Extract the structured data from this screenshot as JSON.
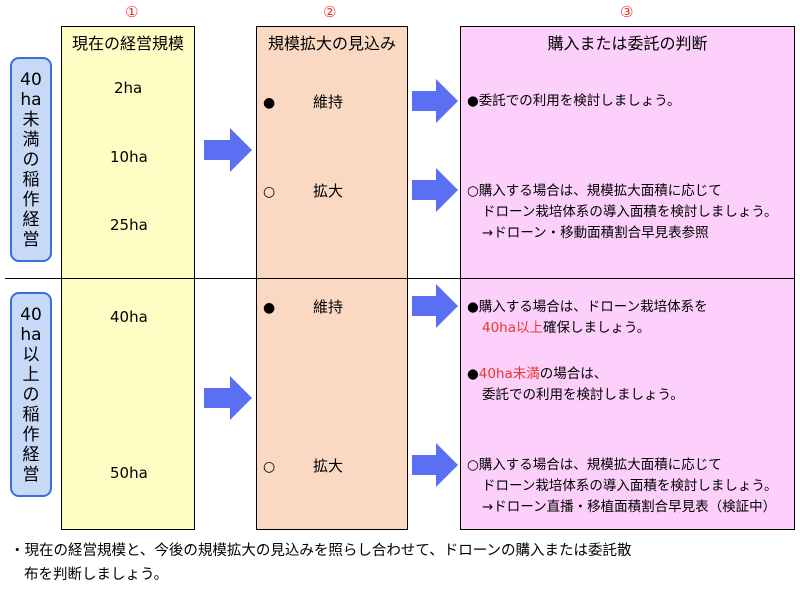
{
  "step_numbers": [
    "①",
    "②",
    "③"
  ],
  "columns": {
    "current_scale": {
      "title": "現在の経営規模",
      "values": [
        "2ha",
        "10ha",
        "25ha",
        "40ha",
        "50ha"
      ],
      "bg": "#fffdc4"
    },
    "outlook": {
      "title": "規模拡大の見込み",
      "options": [
        {
          "bullet": "●",
          "label": "維持"
        },
        {
          "bullet": "○",
          "label": "拡大"
        },
        {
          "bullet": "●",
          "label": "維持"
        },
        {
          "bullet": "○",
          "label": "拡大"
        }
      ],
      "bg": "#fad9c3"
    },
    "decision": {
      "title": "購入または委託の判断",
      "bg": "#fdd0fc",
      "blocks": [
        {
          "bullet": "●",
          "line1": "委託での利用を検討しましょう。"
        },
        {
          "bullet": "○",
          "line1": "購入する場合は、規模拡大面積に応じて",
          "line2": "ドローン栽培体系の導入面積を検討しましょう。",
          "line3": "→ドローン・移動面積割合早見表参照"
        },
        {
          "bullet": "●",
          "line1": "購入する場合は、ドローン栽培体系を",
          "line2_red": "40ha以上",
          "line2_rest": "確保しましょう。"
        },
        {
          "bullet": "●",
          "line1_red": "40ha未満",
          "line1_rest": "の場合は、",
          "line2": "委託での利用を検討しましょう。"
        },
        {
          "bullet": "○",
          "line1": "購入する場合は、規模拡大面積に応じて",
          "line2": "ドローン栽培体系の導入面積を検討しましょう。",
          "line3": "→ドローン直播・移植面積割合早見表（検証中）"
        }
      ]
    }
  },
  "groups": {
    "under40": "40ha未満の稲作経営",
    "over40": "40ha以上の稲作経営"
  },
  "footer": {
    "line1": "・現在の経営規模と、今後の規模拡大の見込みを照らし合わせて、ドローンの購入または委託散",
    "line2": "布を判断しましょう。"
  },
  "colors": {
    "arrow": "#5b6ff3",
    "accent_red": "#e8382e",
    "pill_bg": "#c6d9f7",
    "pill_border": "#3c6fd6"
  }
}
